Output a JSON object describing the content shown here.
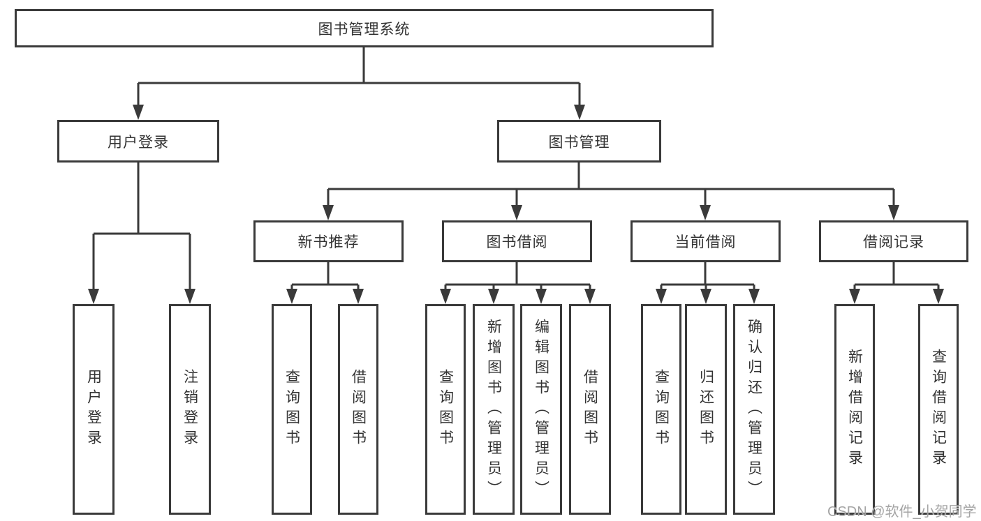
{
  "colors": {
    "line": "#3a3a3a",
    "box_border": "#3a3a3a",
    "box_fill": "#ffffff",
    "text": "#333333",
    "watermark": "#949494",
    "background": "#ffffff"
  },
  "tree": {
    "root_label": "图书管理系统",
    "branches": [
      {
        "label": "用户登录",
        "leaves": [
          "用户登录",
          "注销登录"
        ]
      },
      {
        "label": "图书管理",
        "groups": [
          {
            "label": "新书推荐",
            "leaves": [
              "查询图书",
              "借阅图书"
            ]
          },
          {
            "label": "图书借阅",
            "leaves": [
              "查询图书",
              "新增图书（管理员）",
              "编辑图书（管理员）",
              "借阅图书"
            ]
          },
          {
            "label": "当前借阅",
            "leaves": [
              "查询图书",
              "归还图书",
              "确认归还（管理员）"
            ]
          },
          {
            "label": "借阅记录",
            "leaves": [
              "新增借阅记录",
              "查询借阅记录"
            ]
          }
        ]
      }
    ]
  },
  "watermark": {
    "text": "CSDN @软件_小贺同学"
  }
}
